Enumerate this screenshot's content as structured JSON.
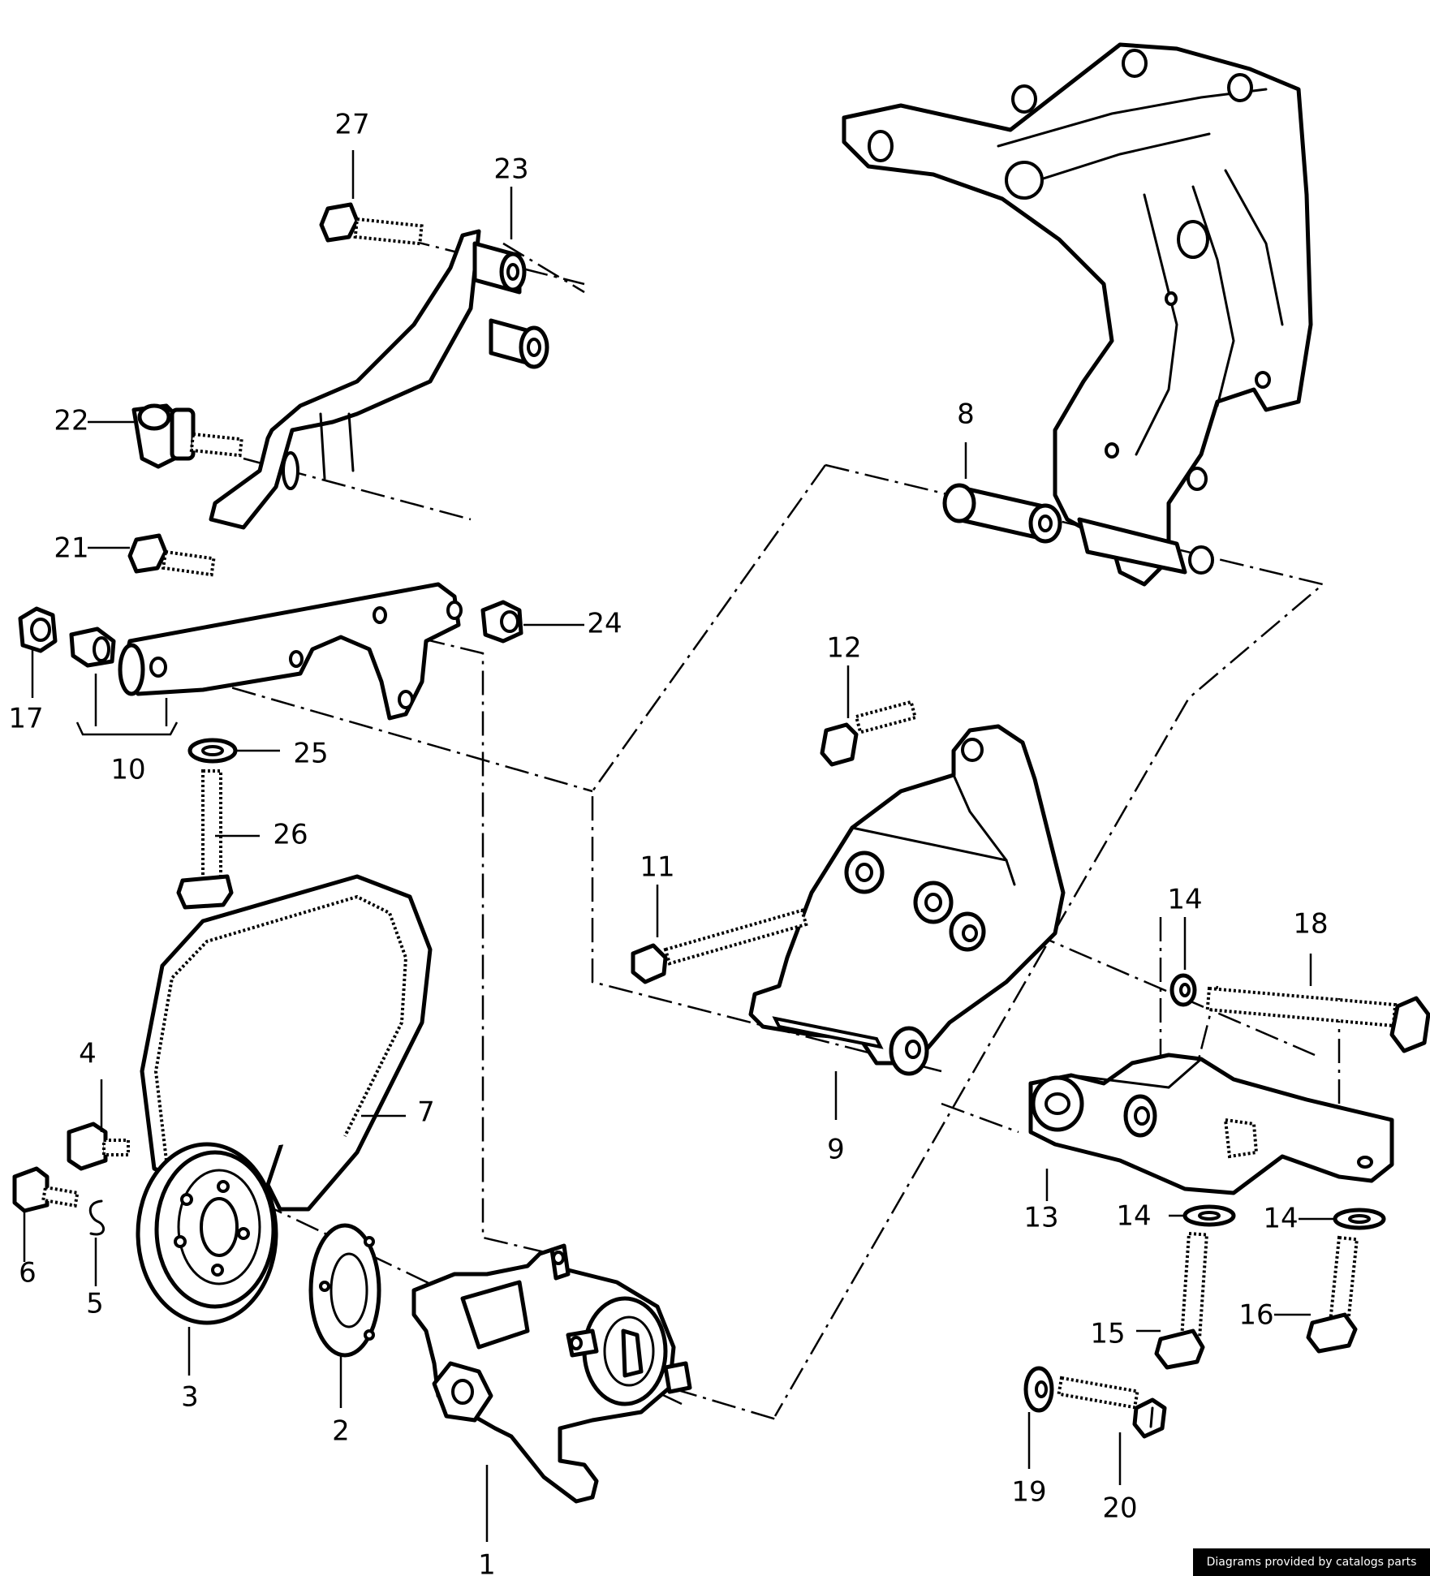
{
  "credit": "Diagrams provided by catalogs parts",
  "callouts": {
    "c1": "1",
    "c2": "2",
    "c3": "3",
    "c4": "4",
    "c5": "5",
    "c6": "6",
    "c7": "7",
    "c8": "8",
    "c9": "9",
    "c10": "10",
    "c11": "11",
    "c12": "12",
    "c13": "13",
    "c14a": "14",
    "c14b": "14",
    "c14c": "14",
    "c15": "15",
    "c16": "16",
    "c17": "17",
    "c18": "18",
    "c19": "19",
    "c20": "20",
    "c21": "21",
    "c22": "22",
    "c23": "23",
    "c24": "24",
    "c25": "25",
    "c26": "26",
    "c27": "27"
  }
}
